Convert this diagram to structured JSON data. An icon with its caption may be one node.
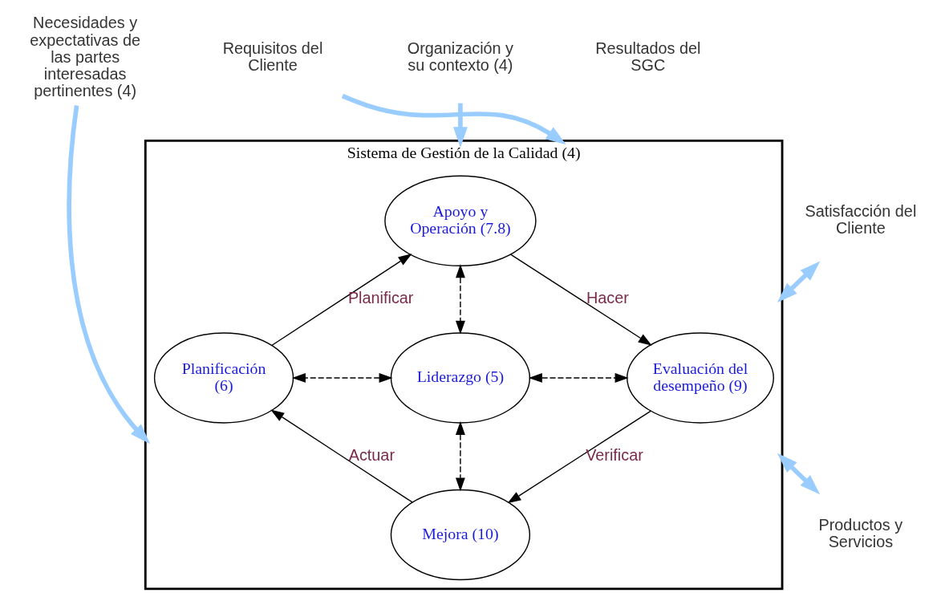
{
  "diagram": {
    "nodes": [
      {
        "text": [
          "Sistema de Gestión de la Calidad (4)"
        ]
      },
      {
        "text": [
          "Apoyo y Operación (7.8)"
        ],
        "in": 0
      },
      {
        "text": [
          "Planificación (6)"
        ],
        "in": 0
      },
      {
        "text": [
          "Liderazgo (5)"
        ],
        "in": 0
      },
      {
        "text": [
          "Evaluación del desempeño (9)"
        ],
        "in": 0
      },
      {
        "text": [
          "Mejora (10)"
        ],
        "in": 0
      },
      {
        "text": [
          "Organización y su contexto (4)"
        ]
      },
      {
        "text": [
          "Requisitos del Cliente"
        ]
      },
      {
        "text": [
          "Necesidades y expectativas de las partes interesadas pertinentes (4)"
        ]
      },
      {
        "text": [
          "Satisfacción del Cliente"
        ]
      },
      {
        "text": [
          "Productos y Servicios"
        ]
      }
    ],
    "edges": [
      {
        "from": 2,
        "to": 1,
        "arrow": "to",
        "label": "Planificar"
      },
      {
        "from": 1,
        "to": 4,
        "arrow": "to",
        "label": "Hacer"
      },
      {
        "from": 4,
        "to": 5,
        "arrow": "to",
        "label": "Verificar"
      },
      {
        "from": 5,
        "to": 2,
        "arrow": "to",
        "label": "Actuar"
      },
      {
        "from": 3,
        "to": 2,
        "arrow": "both",
        "style": "dashed"
      },
      {
        "from": 3,
        "to": 1,
        "arrow": "both",
        "style": "dashed"
      },
      {
        "from": 3,
        "to": 4,
        "arrow": "both",
        "style": "dashed"
      },
      {
        "from": 3,
        "to": 5,
        "arrow": "both",
        "style": "dashed"
      },
      {
        "from": 6,
        "to": 0,
        "arrow": "to",
        "style": "thick",
        "color": "#99ccff"
      },
      {
        "from": 7,
        "to": 0,
        "arrow": "to",
        "style": "thick",
        "color": "#99ccff"
      },
      {
        "from": 8,
        "to": 0,
        "arrow": "to",
        "style": "thick",
        "color": "#99ccff"
      },
      {
        "from": 0,
        "to": 9,
        "arrow": "both",
        "style": "thick",
        "color": "#99ccff"
      },
      {
        "from": 0,
        "to": 10,
        "arrow": "both",
        "style": "thick",
        "color": "#99ccff"
      }
    ],
    "labels": [
      "Resultados del SGC"
    ]
  }
}
